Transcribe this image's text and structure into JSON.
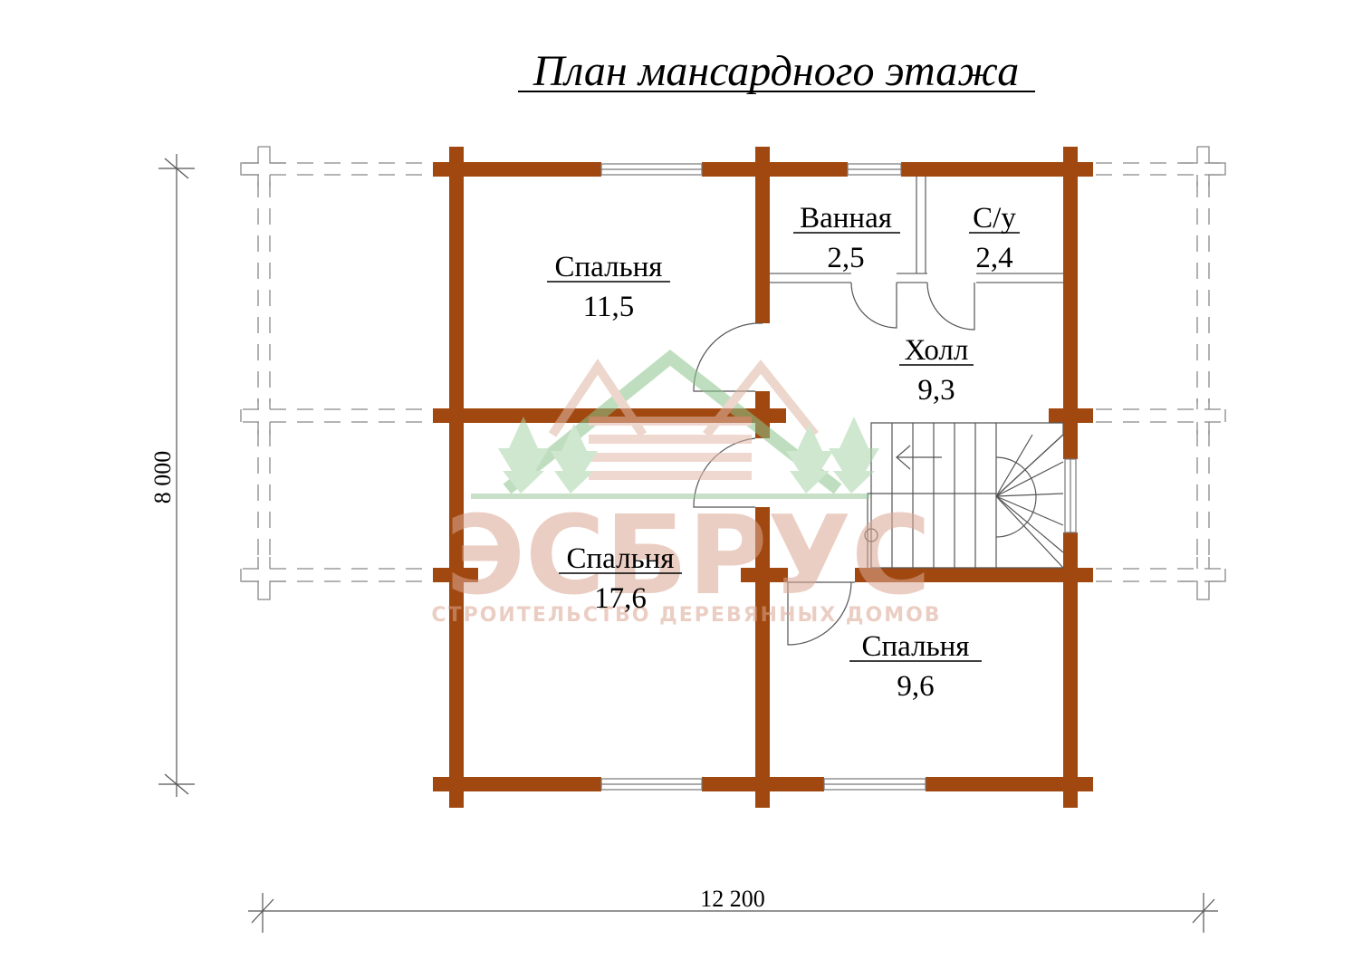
{
  "title": "План мансардного этажа",
  "dimensions": {
    "width": "12 200",
    "height": "8 000"
  },
  "rooms": [
    {
      "id": "bedroom-1",
      "name": "Спальня",
      "area": "11,5"
    },
    {
      "id": "bathroom",
      "name": "Ванная",
      "area": "2,5"
    },
    {
      "id": "toilet",
      "name": "С/у",
      "area": "2,4"
    },
    {
      "id": "hall",
      "name": "Холл",
      "area": "9,3"
    },
    {
      "id": "bedroom-2",
      "name": "Спальня",
      "area": "17,6"
    },
    {
      "id": "bedroom-3",
      "name": "Спальня",
      "area": "9,6"
    }
  ],
  "watermark": {
    "brand": "ЭСБРУС",
    "tagline": "СТРОИТЕЛЬСТВО ДЕРЕВЯННЫХ ДОМОВ"
  },
  "colors": {
    "wall": "#a0480f",
    "watermark_green": "#9cc79c",
    "watermark_brown": "#d9a892"
  }
}
